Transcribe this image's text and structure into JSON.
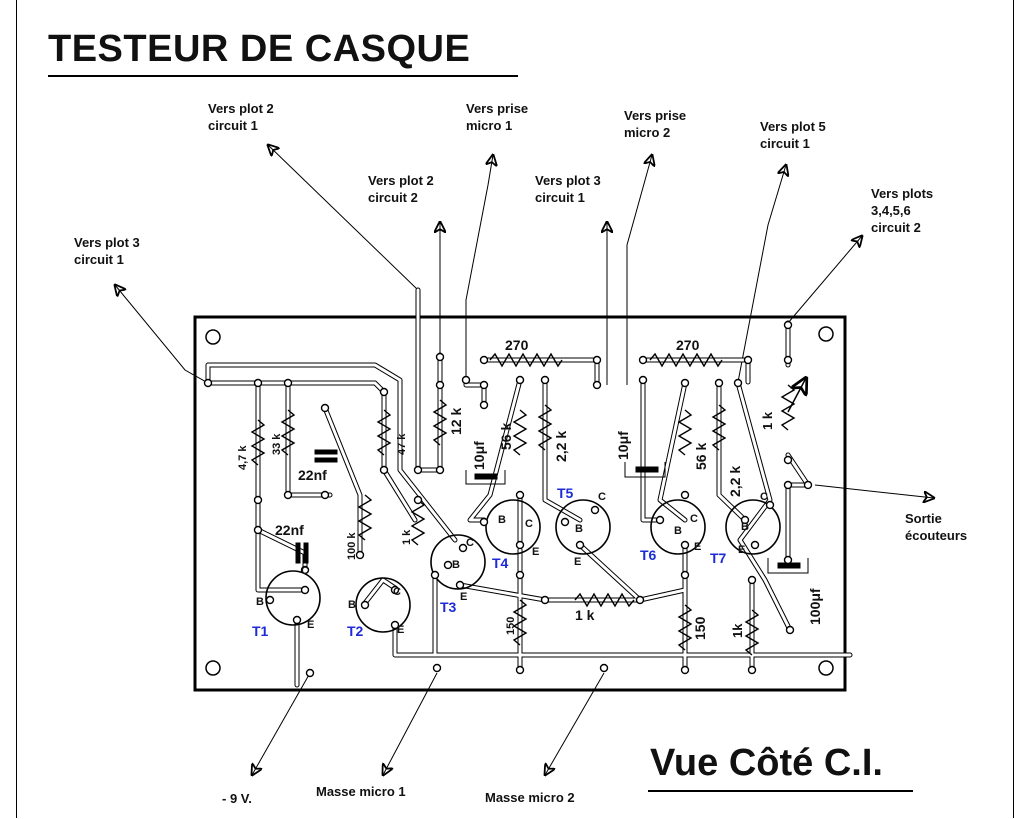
{
  "title": "TESTEUR DE CASQUE",
  "view_label": "Vue Côté C.I.",
  "connections": {
    "plot2_c1": "Vers plot 2\ncircuit 1",
    "prise_micro1": "Vers prise\nmicro 1",
    "prise_micro2": "Vers prise\nmicro 2",
    "plot5_c1": "Vers plot 5\ncircuit 1",
    "plot2_c2": "Vers plot 2\ncircuit 2",
    "plot3_c1_top": "Vers plot 3\ncircuit 1",
    "plots_3456_c2": "Vers plots\n3,4,5,6\ncircuit 2",
    "plot3_c1_left": "Vers plot 3\ncircuit 1",
    "sortie": "Sortie\nécouteurs",
    "minus9v": "- 9 V.",
    "masse1": "Masse micro 1",
    "masse2": "Masse micro 2"
  },
  "components": {
    "r270_a": "270",
    "r270_b": "270",
    "r12k": "12 k",
    "c10uf_a": "10μf",
    "c10uf_b": "10μf",
    "r56k_a": "56 k",
    "r56k_b": "56 k",
    "r22k_a": "2,2 k",
    "r22k_b": "2,2 k",
    "r1k_pot": "1 k",
    "r47k": "47 k",
    "r33k": "33 k",
    "r47k_left": "4,7 k",
    "c22nf_a": "22nf",
    "c22nf_b": "22nf",
    "r100k": "100 k",
    "r1k_mid": "1 k",
    "r150_a": "150",
    "r150_b": "150",
    "r1k_h": "1 k",
    "r1k_right": "1k",
    "c100uf": "100μf"
  },
  "transistors": {
    "t1": "T1",
    "t2": "T2",
    "t3": "T3",
    "t4": "T4",
    "t5": "T5",
    "t6": "T6",
    "t7": "T7"
  },
  "pins": {
    "b": "B",
    "c": "C",
    "e": "E"
  }
}
